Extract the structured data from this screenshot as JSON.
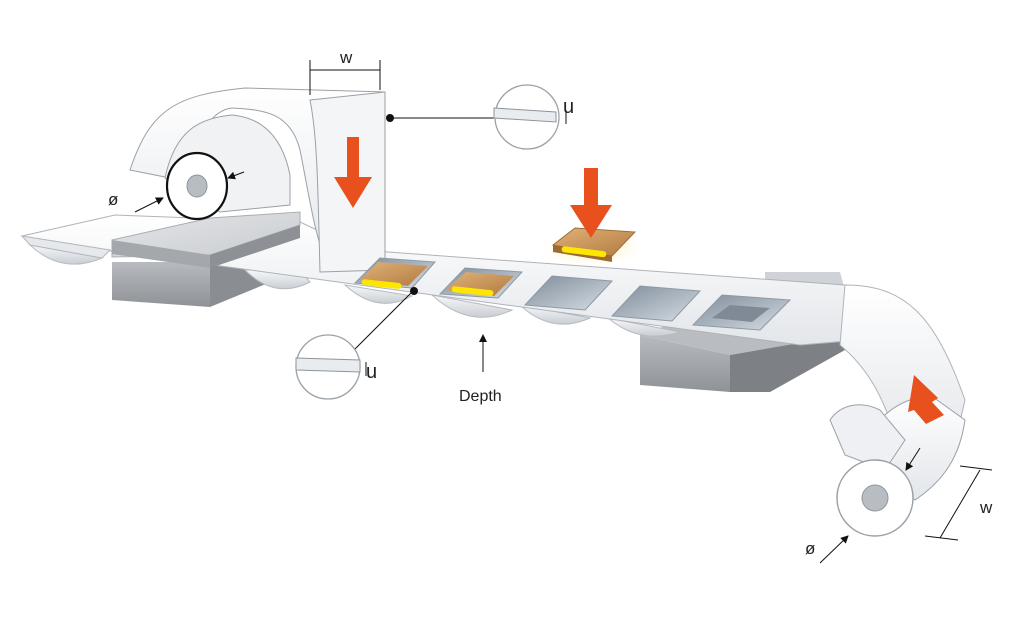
{
  "labels": {
    "width_top": "w",
    "width_bottom": "w",
    "thickness_top": "u",
    "thickness_bottom": "u",
    "diameter_top": "ø",
    "diameter_bottom": "ø",
    "depth": "Depth"
  },
  "colors": {
    "film": "#eef0f3",
    "film_edge": "#9aa1a8",
    "block": "#c4c7cb",
    "block_dark": "#8e9297",
    "cavity": "#b9c4cf",
    "product": "#c9955a",
    "product_stripe": "#ffe600",
    "arrow": "#e8501e"
  }
}
